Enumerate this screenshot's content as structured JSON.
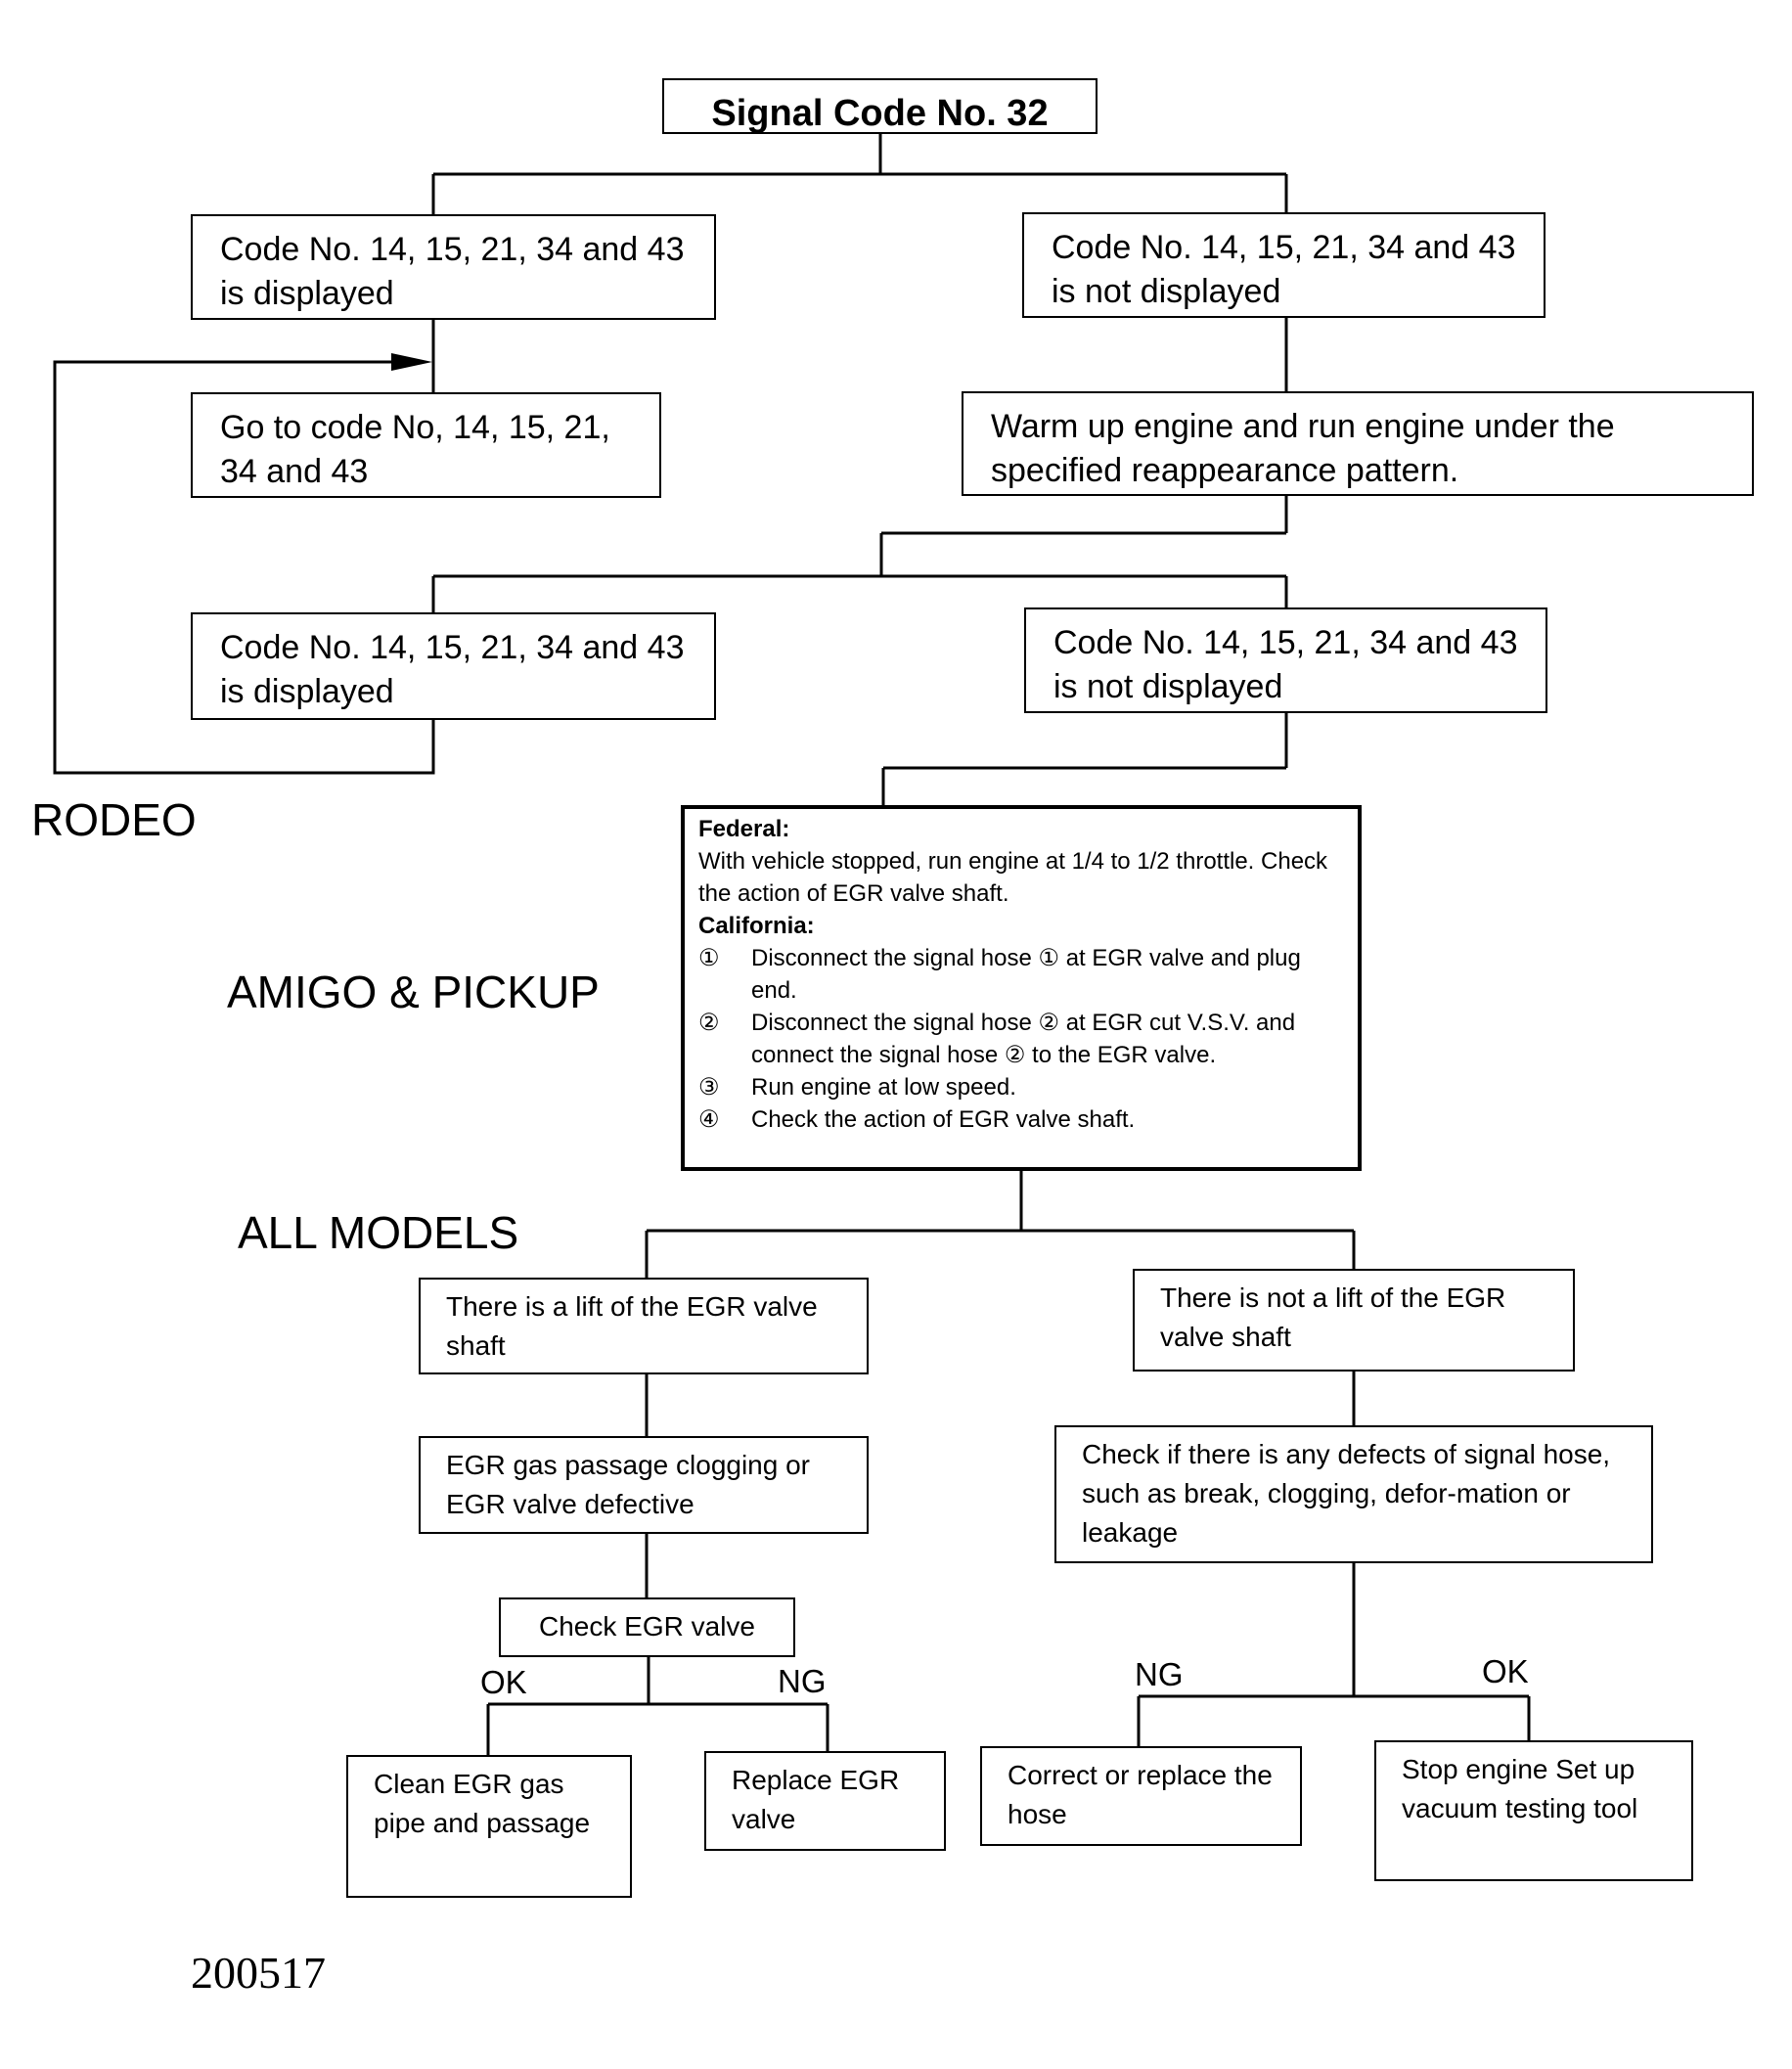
{
  "flowchart": {
    "title": "Signal Code No. 32",
    "top_left": "Code No. 14, 15, 21, 34 and 43 is displayed",
    "top_right": "Code No. 14, 15, 21, 34 and 43 is not displayed",
    "go_to": "Go to code No, 14, 15, 21, 34 and 43",
    "warm_up": "Warm up engine and run engine under the specified reappearance pattern.",
    "mid_left": "Code No. 14, 15, 21, 34 and 43 is displayed",
    "mid_right": "Code No. 14, 15, 21, 34 and 43 is not displayed",
    "detail": {
      "federal_heading": "Federal:",
      "federal_text": "With vehicle stopped, run engine at 1/4 to 1/2 throttle. Check the action of EGR valve shaft.",
      "california_heading": "California:",
      "steps": [
        {
          "num": "①",
          "text": "Disconnect the signal hose ① at EGR valve and plug end."
        },
        {
          "num": "②",
          "text": "Disconnect the signal hose ② at EGR cut V.S.V. and connect the signal hose ② to the EGR valve."
        },
        {
          "num": "③",
          "text": "Run engine at low speed."
        },
        {
          "num": "④",
          "text": "Check the action of EGR valve shaft."
        }
      ]
    },
    "lift": "There is a lift of the EGR valve shaft",
    "no_lift": "There is not a lift of the EGR valve shaft",
    "clogging": "EGR gas passage clogging or EGR valve defective",
    "check_hose": "Check if there is any defects of signal hose, such as break, clogging, defor-mation or leakage",
    "check_egr": "Check EGR valve",
    "clean": "Clean EGR gas pipe and passage",
    "replace": "Replace EGR valve",
    "correct": "Correct or replace the hose",
    "stop": "Stop engine Set up vacuum testing tool",
    "branch_labels": {
      "ok_left": "OK",
      "ng_left": "NG",
      "ng_right": "NG",
      "ok_right": "OK"
    }
  },
  "model_labels": {
    "rodeo": "RODEO",
    "amigo": "AMIGO & PICKUP",
    "all": "ALL MODELS"
  },
  "footer_code": "200517"
}
